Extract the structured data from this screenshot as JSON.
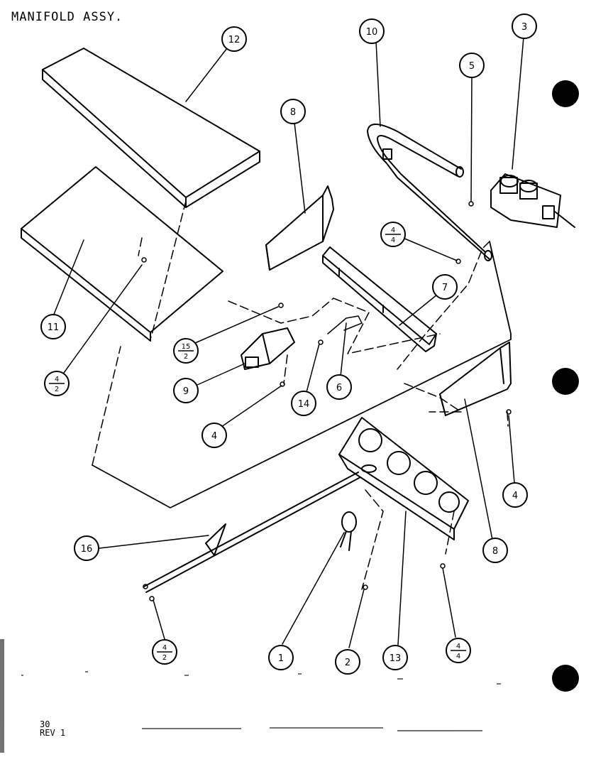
{
  "page": {
    "title": "MANIFOLD ASSY.",
    "page_number": "30",
    "revision": "REV 1"
  },
  "callouts": [
    {
      "id": "12",
      "label": "12"
    },
    {
      "id": "10",
      "label": "10"
    },
    {
      "id": "3",
      "label": "3"
    },
    {
      "id": "5",
      "label": "5"
    },
    {
      "id": "8-top",
      "label": "8"
    },
    {
      "id": "11",
      "label": "11"
    },
    {
      "id": "7",
      "label": "7"
    },
    {
      "id": "9",
      "label": "9"
    },
    {
      "id": "4-mid",
      "label": "4"
    },
    {
      "id": "14",
      "label": "14"
    },
    {
      "id": "6",
      "label": "6"
    },
    {
      "id": "4-right",
      "label": "4"
    },
    {
      "id": "8-bottom",
      "label": "8"
    },
    {
      "id": "16",
      "label": "16"
    },
    {
      "id": "1",
      "label": "1"
    },
    {
      "id": "2",
      "label": "2"
    },
    {
      "id": "13",
      "label": "13"
    }
  ],
  "fraction_callouts": [
    {
      "id": "4-4-upper",
      "num": "4",
      "den": "4"
    },
    {
      "id": "15-2",
      "num": "15",
      "den": "2"
    },
    {
      "id": "4-2-left",
      "num": "4",
      "den": "2"
    },
    {
      "id": "4-2-bottom",
      "num": "4",
      "den": "2"
    },
    {
      "id": "4-4-bottom",
      "num": "4",
      "den": "4"
    }
  ],
  "registration_marks": 3
}
